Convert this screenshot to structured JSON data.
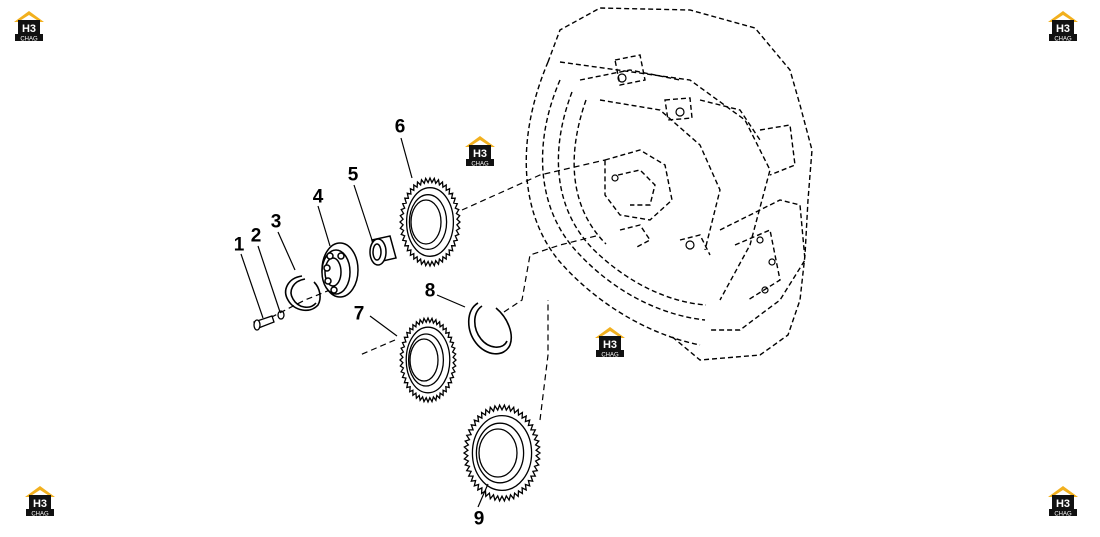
{
  "watermark": {
    "mark": "H3",
    "subtext": "CHAG",
    "colors": {
      "roof": "#f2b01e",
      "box": "#111111",
      "text": "#ffffff"
    }
  },
  "callouts": [
    {
      "id": "1",
      "part": "bolt"
    },
    {
      "id": "2",
      "part": "washer"
    },
    {
      "id": "3",
      "part": "snap-ring"
    },
    {
      "id": "4",
      "part": "ball-bearing"
    },
    {
      "id": "5",
      "part": "bushing"
    },
    {
      "id": "6",
      "part": "gear"
    },
    {
      "id": "7",
      "part": "gear"
    },
    {
      "id": "8",
      "part": "snap-ring"
    },
    {
      "id": "9",
      "part": "gear"
    }
  ],
  "colors": {
    "line": "#000000",
    "background": "#ffffff"
  }
}
